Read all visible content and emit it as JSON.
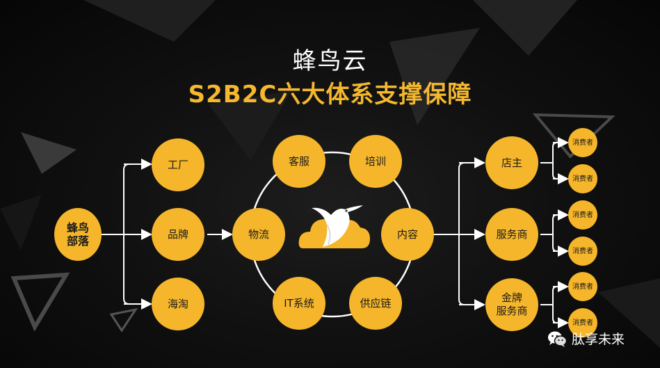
{
  "title": {
    "line1": "蜂鸟云",
    "line2": "S2B2C六大体系支撑保障"
  },
  "colors": {
    "accent": "#f6b62b",
    "title_accent": "#f5b82e",
    "background": "#0b0b0b",
    "connector": "#ffffff"
  },
  "nodes": {
    "source": "蜂鸟\n部落",
    "channels": [
      "工厂",
      "品牌",
      "海淘"
    ],
    "hub": "物流",
    "ring": {
      "kefu": "客服",
      "peixun": "培训",
      "neirong": "内容",
      "gongyinglian": "供应链",
      "it": "IT系统"
    },
    "center_icon": "hummingbird-cloud-logo",
    "sellers": [
      "店主",
      "服务商",
      "金牌\n服务商"
    ],
    "consumer_label": "消费者"
  },
  "watermark": {
    "icon": "wechat-icon",
    "text": "肽享未来"
  }
}
